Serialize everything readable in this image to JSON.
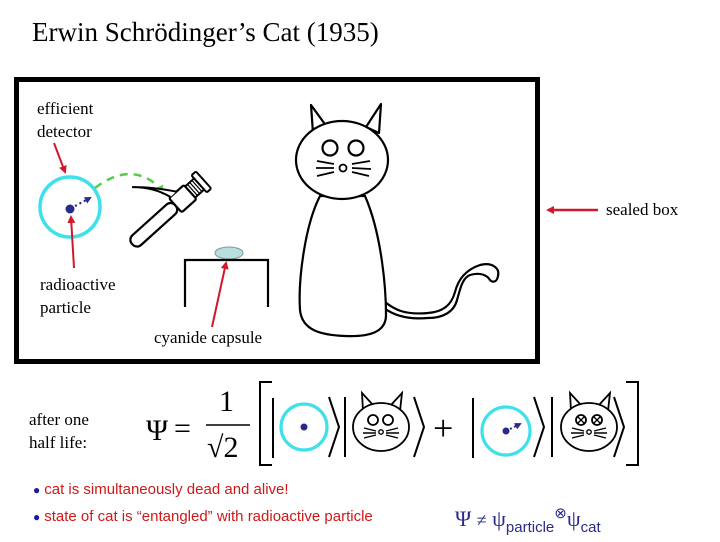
{
  "title": "Erwin Schrödinger’s Cat (1935)",
  "diagram": {
    "labels": {
      "detector": [
        "efficient",
        "detector"
      ],
      "particle": [
        "radioactive",
        "particle"
      ],
      "capsule": "cyanide capsule",
      "box": "sealed box"
    },
    "colors": {
      "detector_ring": "#3ee0ea",
      "particle": "#2a2a8a",
      "pointer_arrow": "#d0182a",
      "trigger_arrow": "#55cc44",
      "capsule_fill": "#b8dede",
      "outline": "#000000"
    }
  },
  "equation": {
    "label": [
      "after one",
      "half life:"
    ],
    "lhs": "Ψ",
    "equals": "=",
    "numerator": "1",
    "denominator": "√2",
    "plus": "+",
    "terms": [
      {
        "particle_state": "undecayed",
        "cat_state": "alive"
      },
      {
        "particle_state": "decayed",
        "cat_state": "dead"
      }
    ]
  },
  "bullets": [
    {
      "text": "cat is simultaneously dead and alive!"
    },
    {
      "text": "state of cat is “entangled” with radioactive particle"
    }
  ],
  "relation": {
    "lhs": "Ψ",
    "neq": "≠",
    "psi1": "ψ",
    "sub1": "particle",
    "otimes": "⊗",
    "psi2": "ψ",
    "sub2": "cat"
  }
}
